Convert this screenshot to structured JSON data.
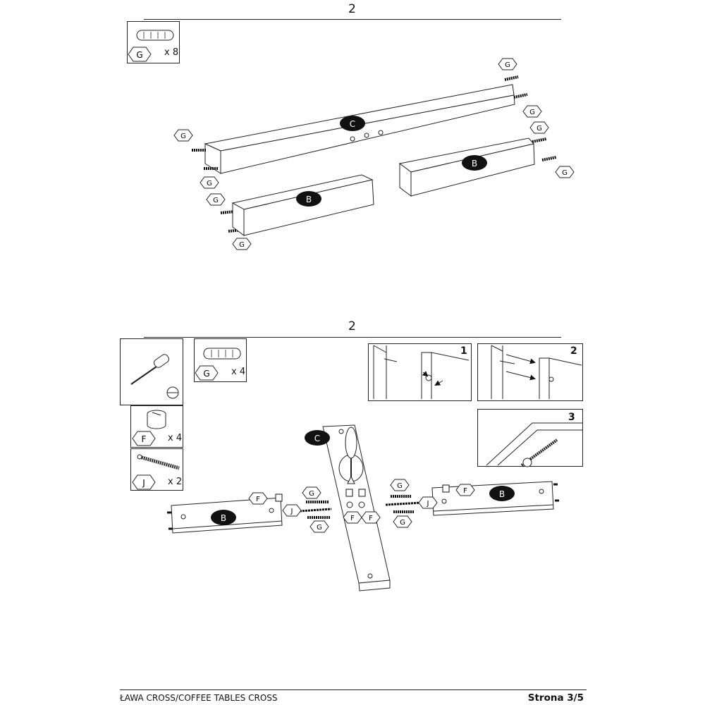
{
  "step1": {
    "number": "2",
    "parts": [
      {
        "code": "G",
        "quantity": "x 8"
      }
    ],
    "labels": {
      "long_board": "C",
      "short_board_left": "B",
      "short_board_right": "B",
      "dowel": "G"
    }
  },
  "step2": {
    "number": "2",
    "parts": [
      {
        "code": "G",
        "quantity": "x 4"
      },
      {
        "code": "F",
        "quantity": "x 4"
      },
      {
        "code": "J",
        "quantity": "x 2"
      }
    ],
    "detail_panels": [
      "1",
      "2",
      "3"
    ],
    "labels": {
      "long_board": "C",
      "left_board": "B",
      "right_board": "B",
      "dowel": "G",
      "cam": "F",
      "bolt": "J"
    }
  },
  "footer": {
    "title": "ŁAWA CROSS/COFFEE TABLES CROSS",
    "page": "Strona 3/5"
  }
}
